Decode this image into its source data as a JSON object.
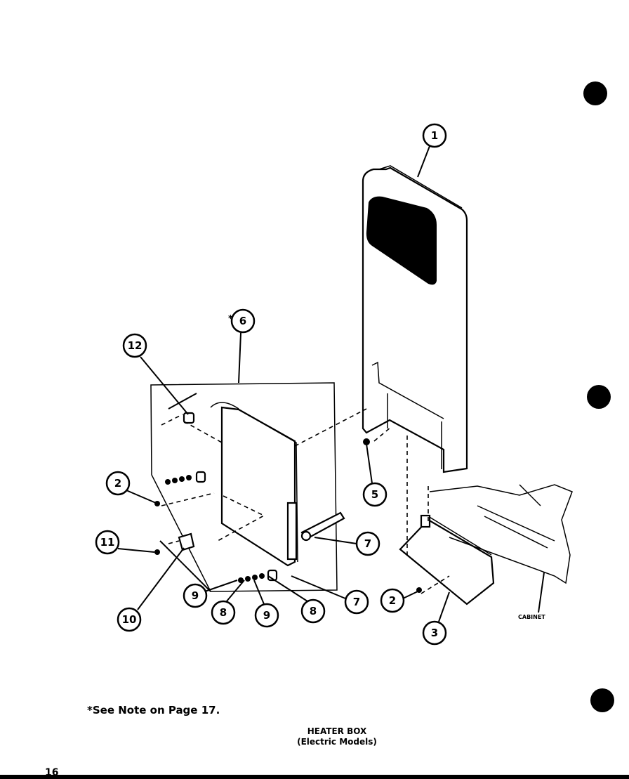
{
  "diagram": {
    "title": "HEATER BOX",
    "subtitle": "(Electric Models)",
    "note": "*See Note on Page 17.",
    "page_number": "16",
    "cabinet_label": "CABINET",
    "asterisk": "*",
    "callouts": [
      "1",
      "6",
      "12",
      "2",
      "5",
      "11",
      "7",
      "7",
      "9",
      "8",
      "9",
      "8",
      "10",
      "2",
      "3"
    ]
  }
}
